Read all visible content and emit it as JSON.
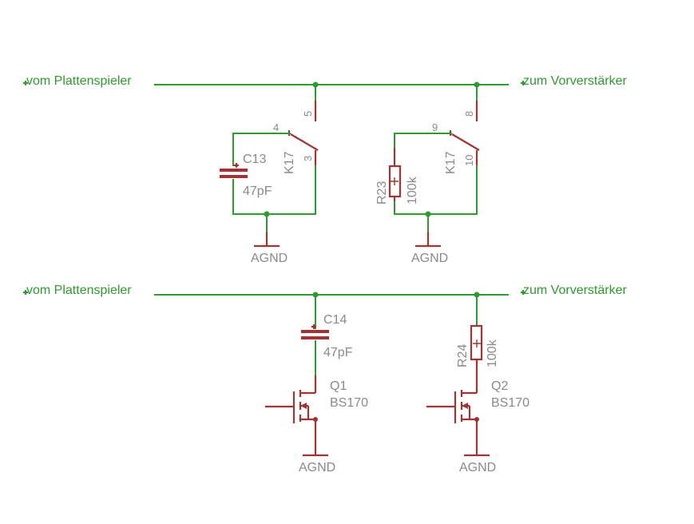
{
  "nets": {
    "in_top": "vom Plattenspieler",
    "out_top": "zum Vorverstärker",
    "in_bottom": "vom Plattenspieler",
    "out_bottom": "zum Vorverstärker"
  },
  "components": {
    "c13": {
      "name": "C13",
      "value": "47pF"
    },
    "c14": {
      "name": "C14",
      "value": "47pF"
    },
    "r23": {
      "name": "R23",
      "value": "100k"
    },
    "r24": {
      "name": "R24",
      "value": "100k"
    },
    "q1": {
      "name": "Q1",
      "value": "BS170"
    },
    "q2": {
      "name": "Q2",
      "value": "BS170"
    },
    "k17a": {
      "name": "K17",
      "pins": [
        "4",
        "5",
        "3"
      ]
    },
    "k17b": {
      "name": "K17",
      "pins": [
        "9",
        "8",
        "10"
      ]
    }
  },
  "ground": {
    "g1": "AGND",
    "g2": "AGND",
    "g3": "AGND",
    "g4": "AGND"
  }
}
